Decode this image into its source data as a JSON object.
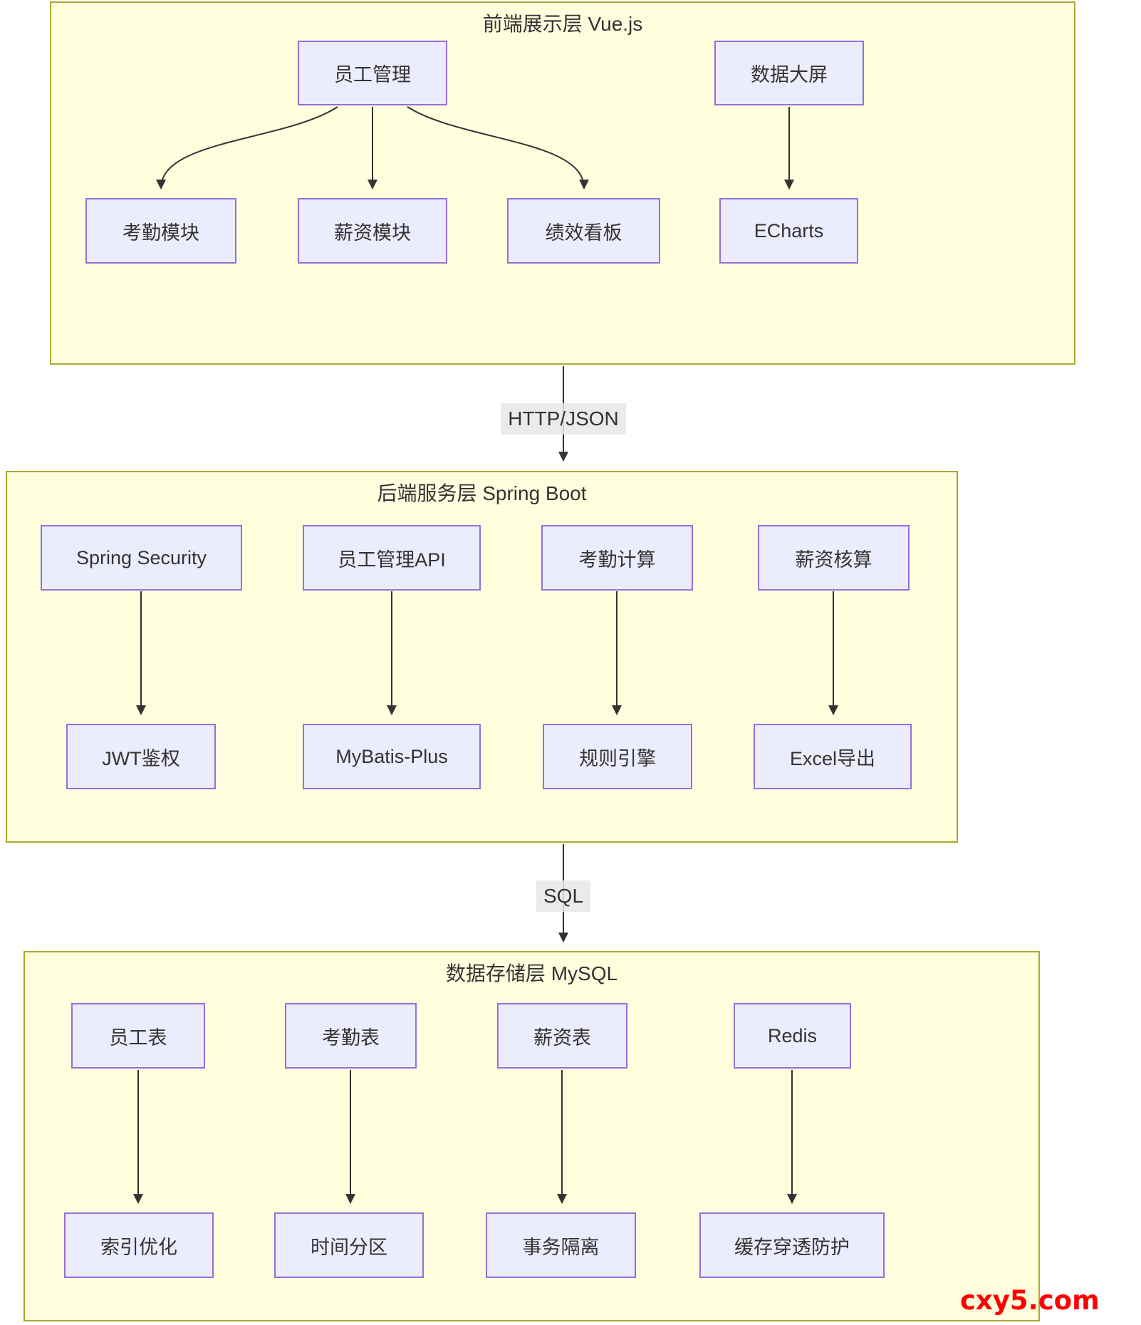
{
  "diagram": {
    "frontend": {
      "title": "前端展示层 Vue.js",
      "nodes": {
        "emp_mgmt": "员工管理",
        "data_screen": "数据大屏",
        "attendance": "考勤模块",
        "salary": "薪资模块",
        "performance": "绩效看板",
        "echarts": "ECharts"
      }
    },
    "backend": {
      "title": "后端服务层 Spring Boot",
      "nodes": {
        "spring_security": "Spring Security",
        "emp_api": "员工管理API",
        "att_calc": "考勤计算",
        "salary_calc": "薪资核算",
        "jwt": "JWT鉴权",
        "mybatis": "MyBatis-Plus",
        "rule_engine": "规则引擎",
        "excel": "Excel导出"
      }
    },
    "storage": {
      "title": "数据存储层 MySQL",
      "nodes": {
        "emp_table": "员工表",
        "att_table": "考勤表",
        "salary_table": "薪资表",
        "redis": "Redis",
        "index_opt": "索引优化",
        "time_part": "时间分区",
        "tx_iso": "事务隔离",
        "cache_prot": "缓存穿透防护"
      }
    },
    "edge_labels": {
      "http_json": "HTTP/JSON",
      "sql": "SQL"
    },
    "watermark": "cxy5.com",
    "colors": {
      "container_fill": "#ffffde",
      "container_border": "#aaaa33",
      "node_fill": "#ececff",
      "node_border": "#9370db",
      "edge": "#333333",
      "edge_label_bg": "#e8e8e8",
      "text": "#333333",
      "watermark": "#ff0000"
    }
  }
}
